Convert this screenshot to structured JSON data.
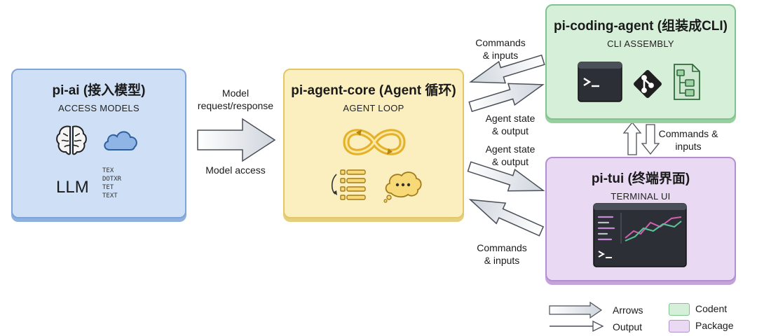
{
  "nodes": {
    "pi_ai": {
      "title": "pi-ai (接入模型)",
      "subtitle": "ACCESS MODELS",
      "llm_label": "LLM",
      "text_lines": [
        "TEX",
        "DOTXR",
        "TET",
        "TEXT"
      ]
    },
    "pi_agent_core": {
      "title": "pi-agent-core (Agent 循环)",
      "subtitle": "AGENT LOOP"
    },
    "pi_coding_agent": {
      "title": "pi-coding-agent (组装成CLI)",
      "subtitle": "CLI ASSEMBLY"
    },
    "pi_tui": {
      "title": "pi-tui (终端界面)",
      "subtitle": "TERMINAL UI"
    }
  },
  "edges": {
    "ai_core_top": [
      "Model",
      "request/response"
    ],
    "ai_core_bottom": "Model access",
    "coding_to_core": [
      "Commands",
      "& inputs"
    ],
    "core_to_coding": [
      "Agent state",
      "& output"
    ],
    "core_to_tui": [
      "Agent state",
      "& output"
    ],
    "tui_to_core": [
      "Commands",
      "& inputs"
    ],
    "tui_to_coding": [
      "Commands &",
      "inputs"
    ]
  },
  "legend": {
    "arrows": "Arrows",
    "output": "Output",
    "codent": "Codent",
    "package": "Package"
  },
  "colors": {
    "pi_ai_fill": "#cfe0f6",
    "pi_agent_core_fill": "#fbefbf",
    "pi_coding_agent_fill": "#d6efd9",
    "pi_tui_fill": "#e9d9f2",
    "terminal_dark": "#2c3036",
    "chart_pink": "#d45fb0",
    "chart_green": "#5ec39a"
  }
}
